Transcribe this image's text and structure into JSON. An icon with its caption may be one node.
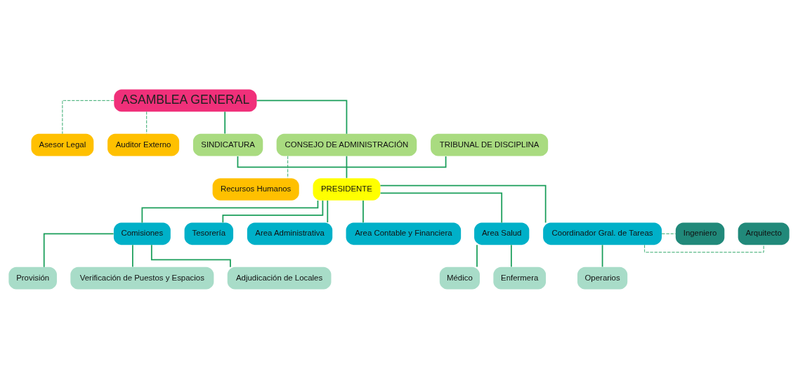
{
  "diagram": {
    "nodes": [
      {
        "text": [
          "ASAMBLEA GENERAL"
        ]
      },
      {
        "text": [
          "Asesor Legal"
        ]
      },
      {
        "text": [
          "Auditor Externo"
        ]
      },
      {
        "text": [
          "TRIBUNAL DE DISCIPLINA"
        ]
      },
      {
        "text": [
          "SINDICATURA"
        ]
      },
      {
        "text": [
          "CONSEJO DE ADMINISTRACIÓN"
        ]
      },
      {
        "text": [
          "Recursos Humanos"
        ]
      },
      {
        "text": [
          "PRESIDENTE"
        ]
      },
      {
        "text": [
          "Comisiones"
        ]
      },
      {
        "text": [
          "Tesorería"
        ]
      },
      {
        "text": [
          "Area Administrativa"
        ]
      },
      {
        "text": [
          "Area Contable y Financiera"
        ]
      },
      {
        "text": [
          "Area Salud"
        ]
      },
      {
        "text": [
          "Coordinador Gral. de Tareas"
        ]
      },
      {
        "text": [
          "Ingeniero"
        ]
      },
      {
        "text": [
          "Arquitecto"
        ]
      },
      {
        "text": [
          "Provisión"
        ]
      },
      {
        "text": [
          "Verificación de Puestos y Espacios"
        ]
      },
      {
        "text": [
          "Adjudicación de Locales"
        ]
      },
      {
        "text": [
          "Médico"
        ]
      },
      {
        "text": [
          "Enfermera"
        ]
      },
      {
        "text": [
          "Operarios"
        ]
      }
    ],
    "edges": [
      {
        "from": 0,
        "to": 1,
        "arrow": "none",
        "style": "dashed"
      },
      {
        "from": 0,
        "to": 2,
        "arrow": "none",
        "style": "dashed"
      },
      {
        "from": 0,
        "to": 4,
        "arrow": "none"
      },
      {
        "from": 0,
        "to": 5,
        "arrow": "none"
      },
      {
        "from": 4,
        "to": 3,
        "arrow": "none"
      },
      {
        "from": 5,
        "to": 6,
        "arrow": "none",
        "style": "dashed"
      },
      {
        "from": 5,
        "to": 7,
        "arrow": "none"
      },
      {
        "from": 7,
        "to": 8,
        "arrow": "none"
      },
      {
        "from": 7,
        "to": 9,
        "arrow": "none"
      },
      {
        "from": 7,
        "to": 10,
        "arrow": "none"
      },
      {
        "from": 7,
        "to": 11,
        "arrow": "none"
      },
      {
        "from": 7,
        "to": 12,
        "arrow": "none"
      },
      {
        "from": 7,
        "to": 13,
        "arrow": "none"
      },
      {
        "from": 13,
        "to": 14,
        "arrow": "none",
        "style": "dashed"
      },
      {
        "from": 13,
        "to": 15,
        "arrow": "none",
        "style": "dashed"
      },
      {
        "from": 8,
        "to": 16,
        "arrow": "none"
      },
      {
        "from": 8,
        "to": 17,
        "arrow": "none"
      },
      {
        "from": 8,
        "to": 18,
        "arrow": "none"
      },
      {
        "from": 12,
        "to": 19,
        "arrow": "none"
      },
      {
        "from": 12,
        "to": 20,
        "arrow": "none"
      },
      {
        "from": 13,
        "to": 21,
        "arrow": "none"
      }
    ]
  }
}
